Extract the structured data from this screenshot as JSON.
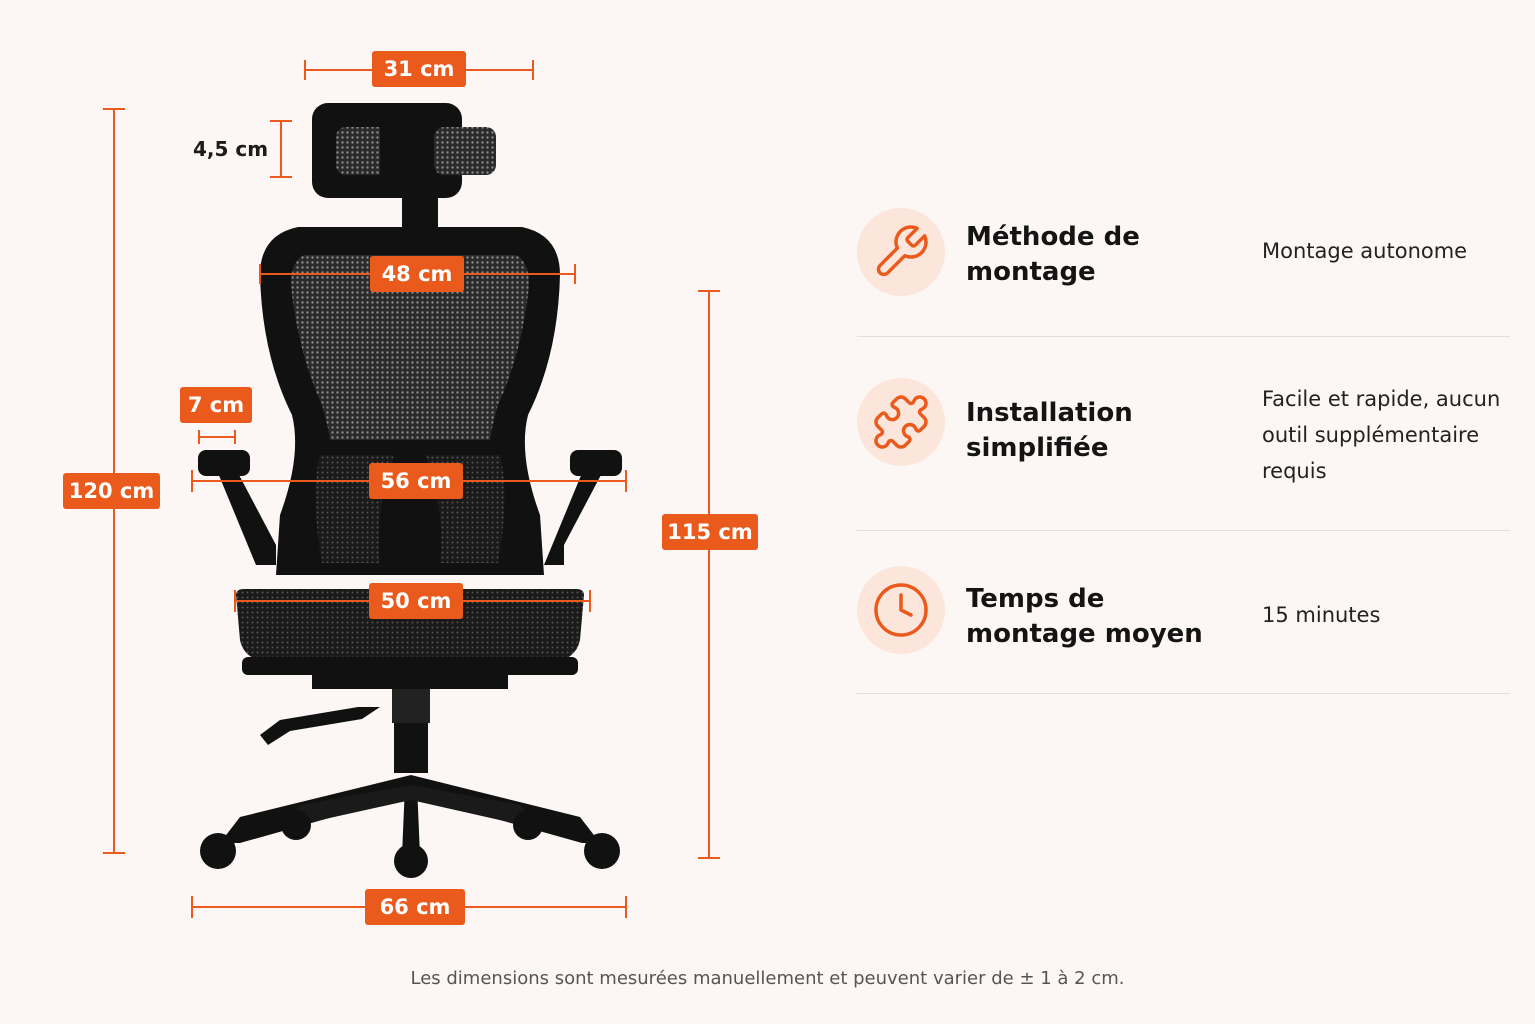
{
  "colors": {
    "accent": "#ea5a1c",
    "background": "#fcf7f4",
    "icon_bg": "#fce6dc"
  },
  "dimensions": {
    "headrest_width": "31 cm",
    "headrest_height": "4,5 cm",
    "backrest_width": "48 cm",
    "armrest_width": "7 cm",
    "arm_span": "56 cm",
    "seat_width": "50 cm",
    "base_width": "66 cm",
    "total_height": "120 cm",
    "min_height": "115 cm"
  },
  "specs": [
    {
      "icon": "wrench-icon",
      "label": "Méthode de montage",
      "value": "Montage autonome"
    },
    {
      "icon": "puzzle-icon",
      "label": "Installation simplifiée",
      "value": "Facile et rapide, aucun outil supplémentaire requis"
    },
    {
      "icon": "clock-icon",
      "label": "Temps de montage moyen",
      "value": "15 minutes"
    }
  ],
  "footnote": "Les dimensions sont mesurées manuellement et peuvent varier de ± 1 à 2 cm."
}
